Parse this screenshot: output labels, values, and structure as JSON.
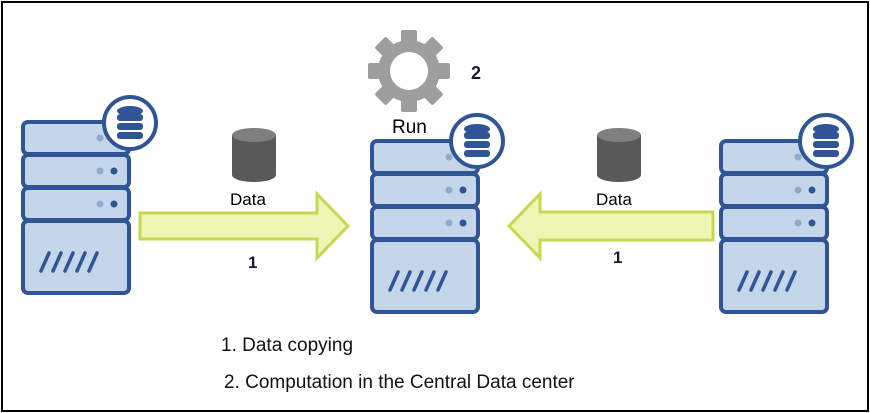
{
  "diagram": {
    "run_label": "Run",
    "run_step": "2",
    "left_flow": {
      "data_label": "Data",
      "step": "1"
    },
    "right_flow": {
      "data_label": "Data",
      "step": "1"
    },
    "legend": [
      "1. Data copying",
      "2. Computation in the Central Data center"
    ]
  },
  "colors": {
    "server_fill": "#c5d6ea",
    "server_stroke": "#2f5597",
    "arrow_fill": "#eef5b5",
    "arrow_stroke": "#c6d94e",
    "gear": "#9e9e9e",
    "cylinder": "#595959"
  },
  "icons": {
    "servers": "server-rack-icon",
    "database_badge": "database-icon",
    "gear": "gear-icon",
    "data": "cylinder-icon",
    "arrows": "arrow-icon"
  }
}
